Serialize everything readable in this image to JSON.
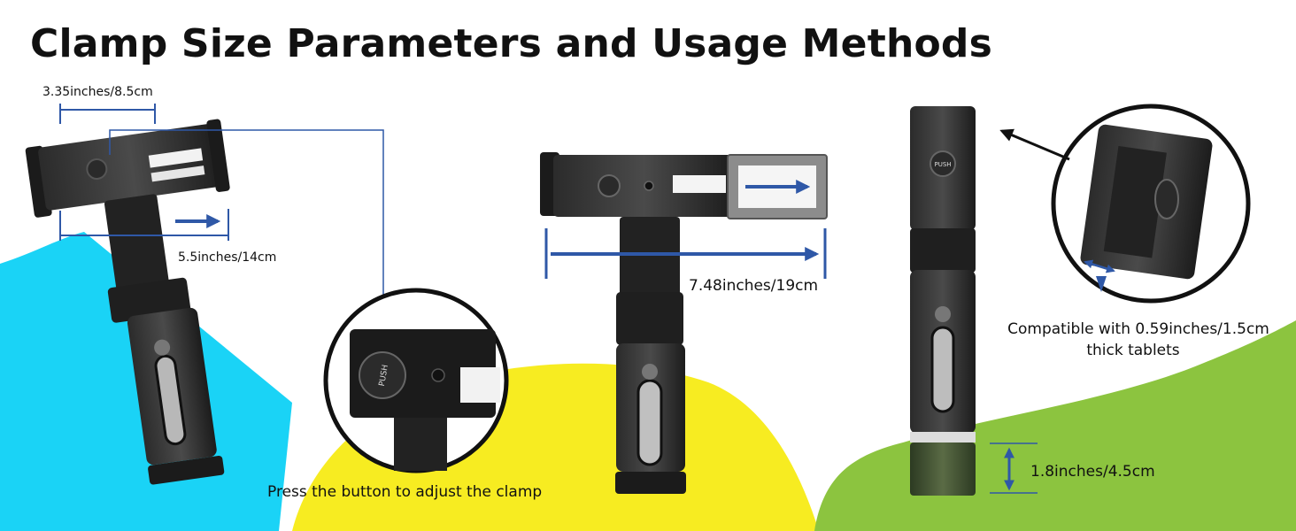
{
  "title": "Clamp Size Parameters and Usage Methods",
  "labels": {
    "clamp_width": "3.35inches/8.5cm",
    "clamp_open_width": "5.5inches/14cm",
    "clamp_max_width": "7.48inches/19cm",
    "press_button_hint": "Press the button to adjust the clamp",
    "compat_line1": "Compatible with 0.59inches/1.5cm",
    "compat_line2": "thick tablets",
    "base_height": "1.8inches/4.5cm",
    "push_button": "PUSH"
  },
  "colors": {
    "cyan_blob": "#1ad3f6",
    "yellow_blob": "#f7ec21",
    "green_blob": "#8cc43f",
    "arrow_blue": "#2f58a7",
    "device_dark": "#1b1b1b",
    "device_mid": "#3a3a3a",
    "device_gray": "#8c8c8c"
  }
}
